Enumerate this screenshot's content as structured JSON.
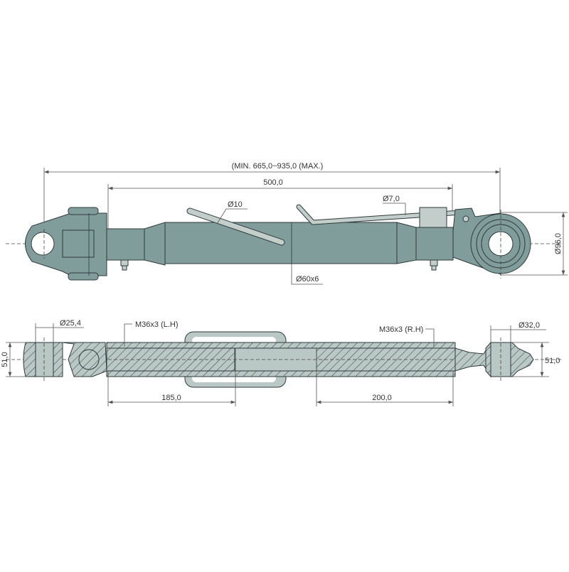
{
  "drawing": {
    "dimensions": {
      "overall_length": "(MIN. 665,0~935,0 (MAX.)",
      "tube_length": "500,0",
      "pin_diameter": "Ø10",
      "handle_diameter": "Ø7,0",
      "tube_diameter": "Ø60x6",
      "ball_diameter": "Ø96,0",
      "left_hole": "Ø25,4",
      "left_thread": "M36x3 (L.H)",
      "right_thread": "M36x3 (R.H)",
      "right_hole": "Ø32,0",
      "left_width": "51,0",
      "right_width": "51,0",
      "left_thread_length": "185,0",
      "right_thread_length": "200,0"
    },
    "colors": {
      "body": "#809d9b",
      "section": "#b9c8c5",
      "lines": "#555555"
    }
  }
}
